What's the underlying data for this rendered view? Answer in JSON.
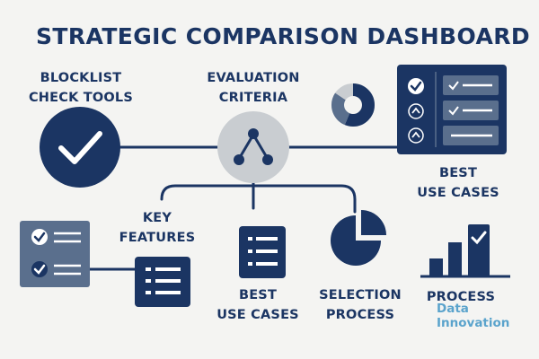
{
  "title": "STRATEGIC COMPARISON DASHBOARD",
  "nodes": {
    "blocklist": {
      "line1": "BLOCKLIST",
      "line2": "CHECK TOOLS"
    },
    "criteria": {
      "line1": "EVALUATION",
      "line2": "CRITERIA"
    },
    "best_use_cases_top": {
      "line1": "BEST",
      "line2": "USE CASES"
    },
    "key_features": {
      "line1": "KEY",
      "line2": "FEATURES"
    },
    "best_use_cases_bottom": {
      "line1": "BEST",
      "line2": "USE CASES"
    },
    "selection_process": {
      "line1": "SELECTION",
      "line2": "PROCESS"
    },
    "process": {
      "label": "PROCESS"
    }
  },
  "watermark": {
    "line1": "Data",
    "line2": "Innovation"
  },
  "colors": {
    "navy": "#1b3563",
    "slate": "#5a6f8d",
    "gray": "#c9cdd1",
    "background": "#f4f4f2",
    "watermark": "#5aa3cc"
  }
}
